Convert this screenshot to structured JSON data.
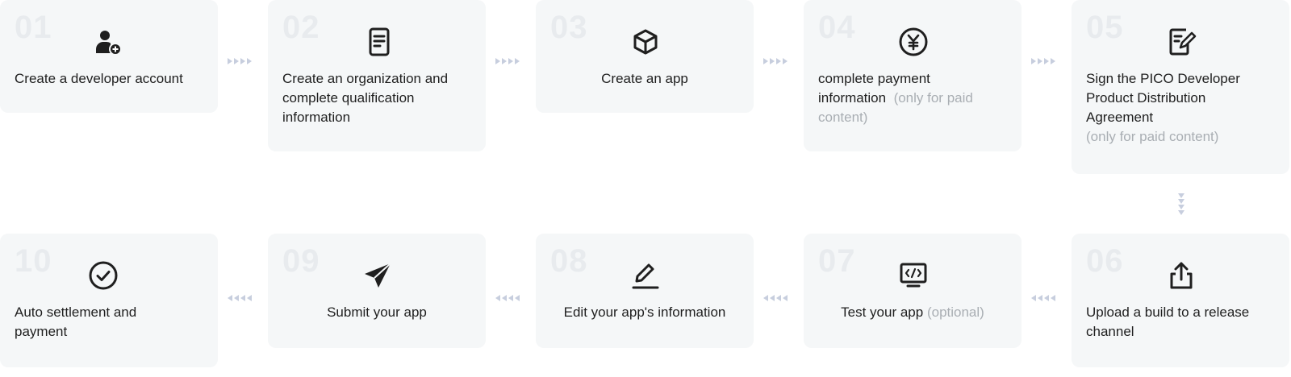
{
  "steps": [
    {
      "num": "01",
      "label": "Create a developer account",
      "note": "",
      "icon": "user-add-icon"
    },
    {
      "num": "02",
      "label": "Create an organization and complete qualification information",
      "note": "",
      "icon": "document-icon"
    },
    {
      "num": "03",
      "label": "Create an app",
      "note": "",
      "icon": "cube-icon"
    },
    {
      "num": "04",
      "label": "complete payment information",
      "note": "(only for paid content)",
      "icon": "yen-coin-icon"
    },
    {
      "num": "05",
      "label": "Sign the PICO Developer Product Distribution Agreement",
      "note": "(only for paid content)",
      "icon": "sign-document-icon"
    },
    {
      "num": "06",
      "label": "Upload a build to a release channel",
      "note": "",
      "icon": "upload-share-icon"
    },
    {
      "num": "07",
      "label": "Test your app",
      "note": "(optional)",
      "icon": "code-monitor-icon"
    },
    {
      "num": "08",
      "label": "Edit your app's information",
      "note": "",
      "icon": "pencil-edit-icon"
    },
    {
      "num": "09",
      "label": "Submit your app",
      "note": "",
      "icon": "paper-plane-icon"
    },
    {
      "num": "10",
      "label": "Auto settlement and payment",
      "note": "",
      "icon": "check-circle-icon"
    }
  ],
  "colors": {
    "card_bg": "#f5f7f8",
    "number": "#e8ebee",
    "text": "#1f1f1f",
    "note": "#a9aeb3",
    "arrow": "#c7cede"
  }
}
